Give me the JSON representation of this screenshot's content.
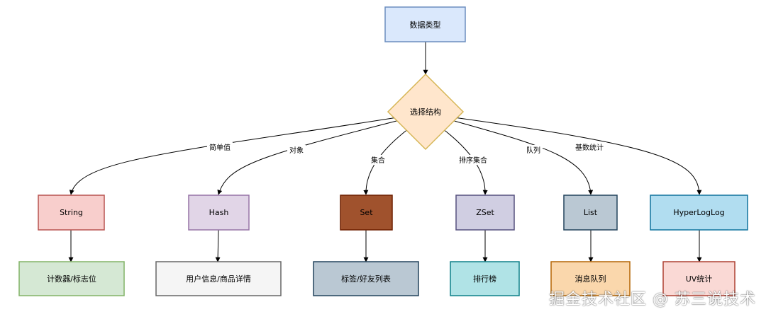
{
  "root": {
    "label": "数据类型",
    "fill": "#dae8fc",
    "stroke": "#6c8ebf"
  },
  "decision": {
    "label": "选择结构",
    "fill": "#ffe6cc",
    "stroke": "#d6b656"
  },
  "edge_labels": {
    "string": "简单值",
    "hash": "对象",
    "set": "集合",
    "zset": "排序集合",
    "list": "队列",
    "hll": "基数统计"
  },
  "types": {
    "string": {
      "label": "String",
      "fill": "#f8cecc",
      "stroke": "#b85450",
      "text_color": "#000000"
    },
    "hash": {
      "label": "Hash",
      "fill": "#e1d5e7",
      "stroke": "#9673a6",
      "text_color": "#000000"
    },
    "set": {
      "label": "Set",
      "fill": "#a0522d",
      "stroke": "#6d1f00",
      "text_color": "#ffffff"
    },
    "zset": {
      "label": "ZSet",
      "fill": "#d0cee2",
      "stroke": "#56517e",
      "text_color": "#000000"
    },
    "list": {
      "label": "List",
      "fill": "#bac8d3",
      "stroke": "#23445d",
      "text_color": "#000000"
    },
    "hll": {
      "label": "HyperLogLog",
      "fill": "#b1ddf0",
      "stroke": "#10739e",
      "text_color": "#000000"
    }
  },
  "uses": {
    "string": {
      "label": "计数器/标志位",
      "fill": "#d5e8d4",
      "stroke": "#82b366"
    },
    "hash": {
      "label": "用户信息/商品详情",
      "fill": "#f5f5f5",
      "stroke": "#666666"
    },
    "set": {
      "label": "标签/好友列表",
      "fill": "#bac8d3",
      "stroke": "#23445d"
    },
    "zset": {
      "label": "排行榜",
      "fill": "#b0e3e6",
      "stroke": "#0e8088"
    },
    "list": {
      "label": "消息队列",
      "fill": "#fad7ac",
      "stroke": "#b46504"
    },
    "hll": {
      "label": "UV统计",
      "fill": "#fad9d5",
      "stroke": "#ae4132"
    }
  },
  "watermark": "掘金技术社区 @ 苏三说技术"
}
